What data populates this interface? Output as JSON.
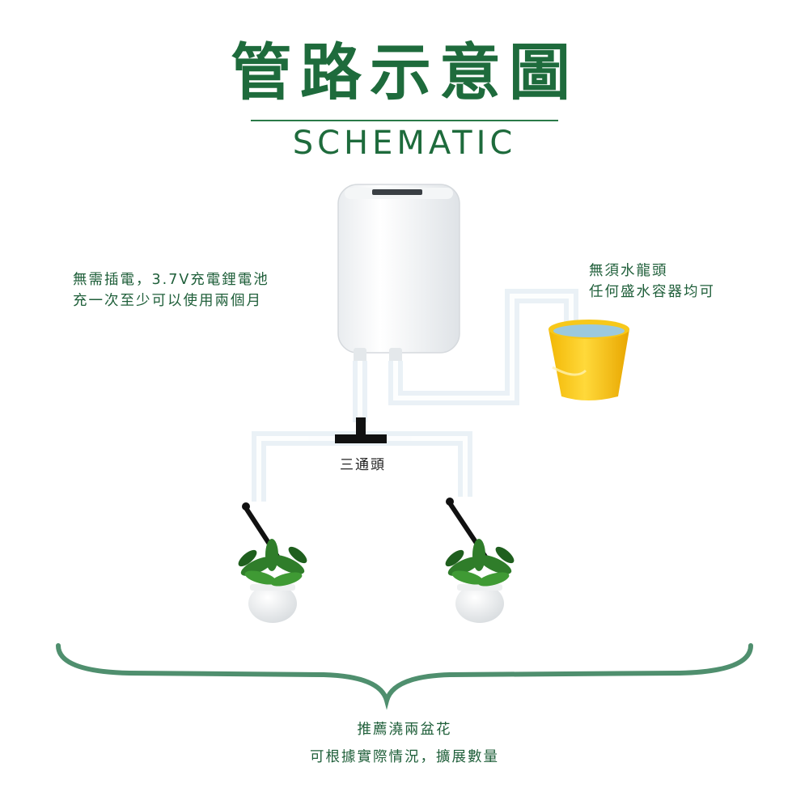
{
  "header": {
    "title": "管路示意圖",
    "subtitle": "SCHEMATIC"
  },
  "notes": {
    "power_line1": "無需插電，3.7V充電鋰電池",
    "power_line2": "充一次至少可以使用兩個月",
    "water_line1": "無須水龍頭",
    "water_line2": "任何盛水容器均可"
  },
  "tee_label": "三通頭",
  "footer": {
    "line1": "推薦澆兩盆花",
    "line2": "可根據實際情況，擴展數量"
  },
  "colors": {
    "brand_green": "#1e6b3c",
    "brace_green": "#4f8f6e",
    "bucket_yellow": "#f5c518",
    "tube": "#eef4f8"
  }
}
